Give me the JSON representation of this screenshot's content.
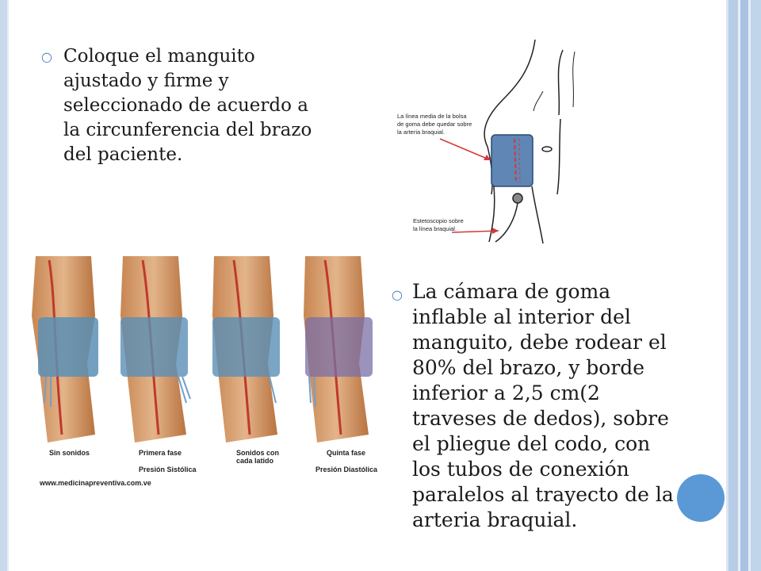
{
  "bullets": [
    {
      "text": "Coloque el manguito ajustado y firme y seleccionado de acuerdo a la circunferencia del brazo del paciente."
    },
    {
      "text": "La cámara de goma inflable al interior del manguito, debe rodear el 80% del brazo, y borde inferior a 2,5 cm(2 traveses de dedos), sobre el pliegue del codo, con los tubos de conexión paralelos al trayecto de la arteria braquial."
    }
  ],
  "arm_diagram": {
    "label_top": [
      "La línea media de la bolsa",
      "de goma debe quedar sobre",
      "la arteria braquial."
    ],
    "label_bottom": [
      "Estetoscopio sobre",
      "la línea braquial."
    ]
  },
  "phases_figure": {
    "phases": [
      {
        "label": [
          "Sin sonidos"
        ]
      },
      {
        "label": [
          "Primera fase",
          "Presión Sistólica"
        ]
      },
      {
        "label": [
          "Sonidos con",
          "cada latido"
        ]
      },
      {
        "label": [
          "Quinta fase",
          "Presión Diastólica"
        ]
      }
    ],
    "website": "www.medicinapreventiva.com.ve"
  },
  "colors": {
    "bullet": "#4a7dc0",
    "accent_circle": "#5b98d6",
    "cuff": "#5f86b5",
    "arrow": "#d23a3a"
  }
}
